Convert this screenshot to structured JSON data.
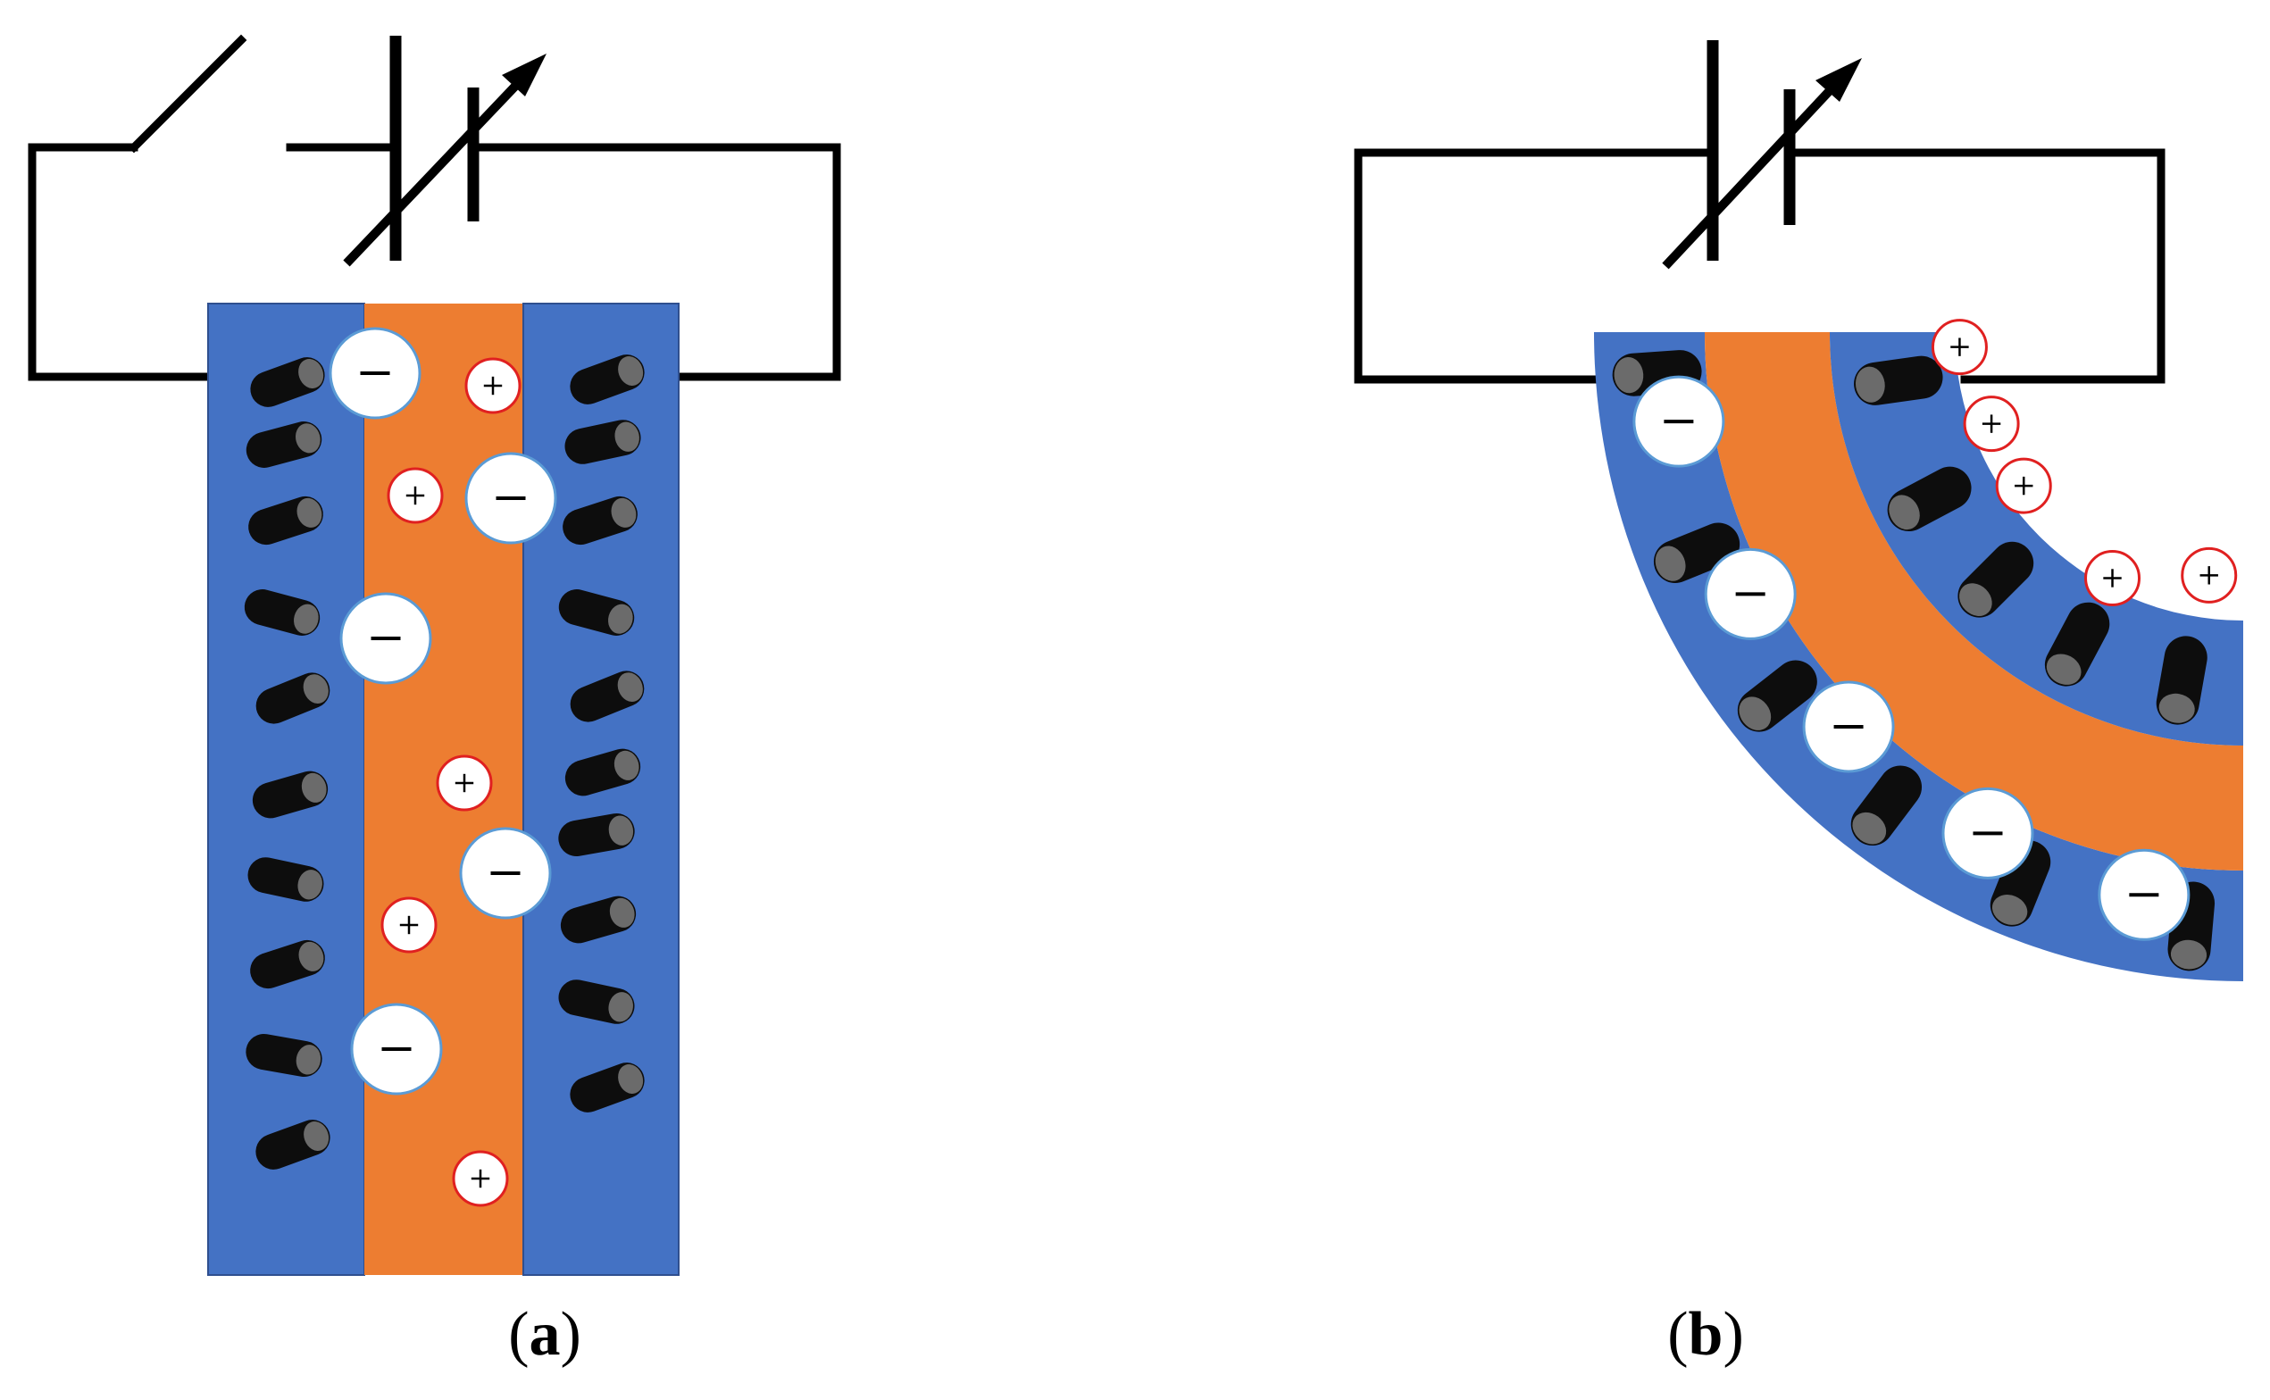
{
  "figure": {
    "panels": [
      {
        "id": "a",
        "caption_open": "(",
        "caption_label": "a",
        "caption_close": ")",
        "components": [
          "open-switch",
          "variable-dc-source",
          "membrane-actuator-straight"
        ],
        "anion_symbol": "−",
        "cation_symbol": "+"
      },
      {
        "id": "b",
        "caption_open": "(",
        "caption_label": "b",
        "caption_close": ")",
        "components": [
          "variable-dc-source",
          "membrane-actuator-bent"
        ],
        "anion_symbol": "−",
        "cation_symbol": "+"
      }
    ],
    "colors": {
      "electrode": "#4472c4",
      "membrane": "#ed7d31",
      "wire": "#000000",
      "nanotube_body": "#0d0d0d",
      "nanotube_end": "#6b6b6b",
      "anion_fill": "#ffffff",
      "anion_border": "#5b9bd5",
      "cation_fill": "#ffffff",
      "cation_border": "#e02020"
    }
  }
}
